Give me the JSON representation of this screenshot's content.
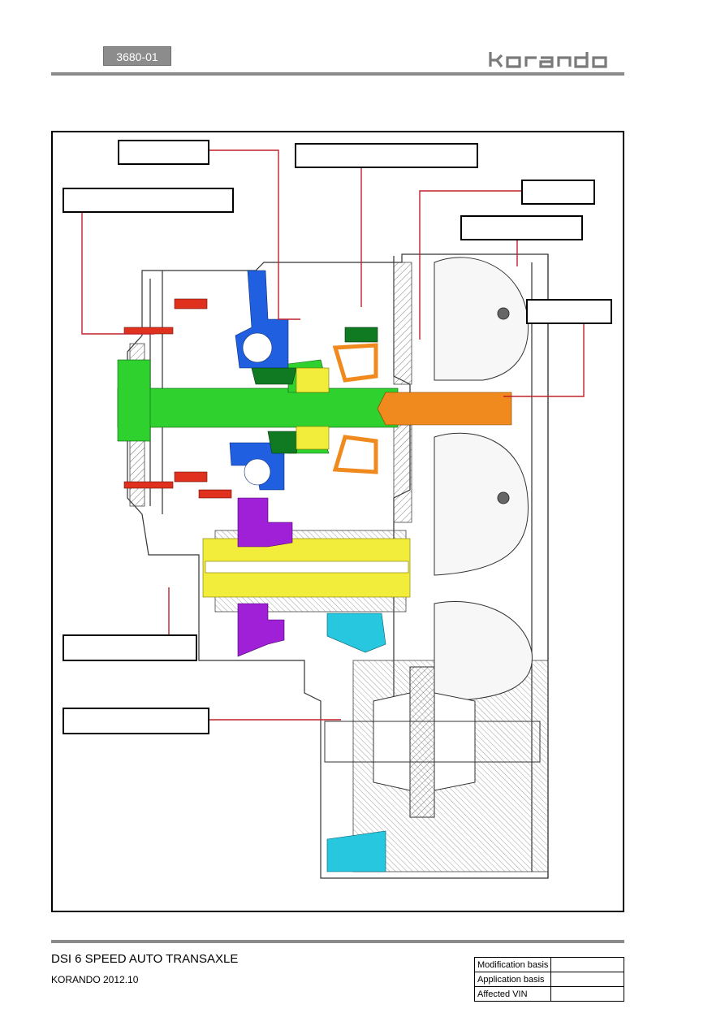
{
  "header": {
    "section_code": "3680-01",
    "brand_logo": "korando"
  },
  "footer": {
    "title": "DSI 6 SPEED AUTO TRANSAXLE",
    "subtitle": "KORANDO 2012.10",
    "revision_table": [
      {
        "label": "Modification basis",
        "value": ""
      },
      {
        "label": "Application basis",
        "value": ""
      },
      {
        "label": "Affected VIN",
        "value": ""
      }
    ]
  },
  "colors": {
    "green": "#2fd12f",
    "dark_green": "#0f7a22",
    "blue": "#1f5fe0",
    "red": "#e0301e",
    "orange": "#f08a1e",
    "yellow": "#f2ec3a",
    "purple": "#a020d8",
    "cyan": "#27c7e0",
    "leader": "#c0202a"
  }
}
